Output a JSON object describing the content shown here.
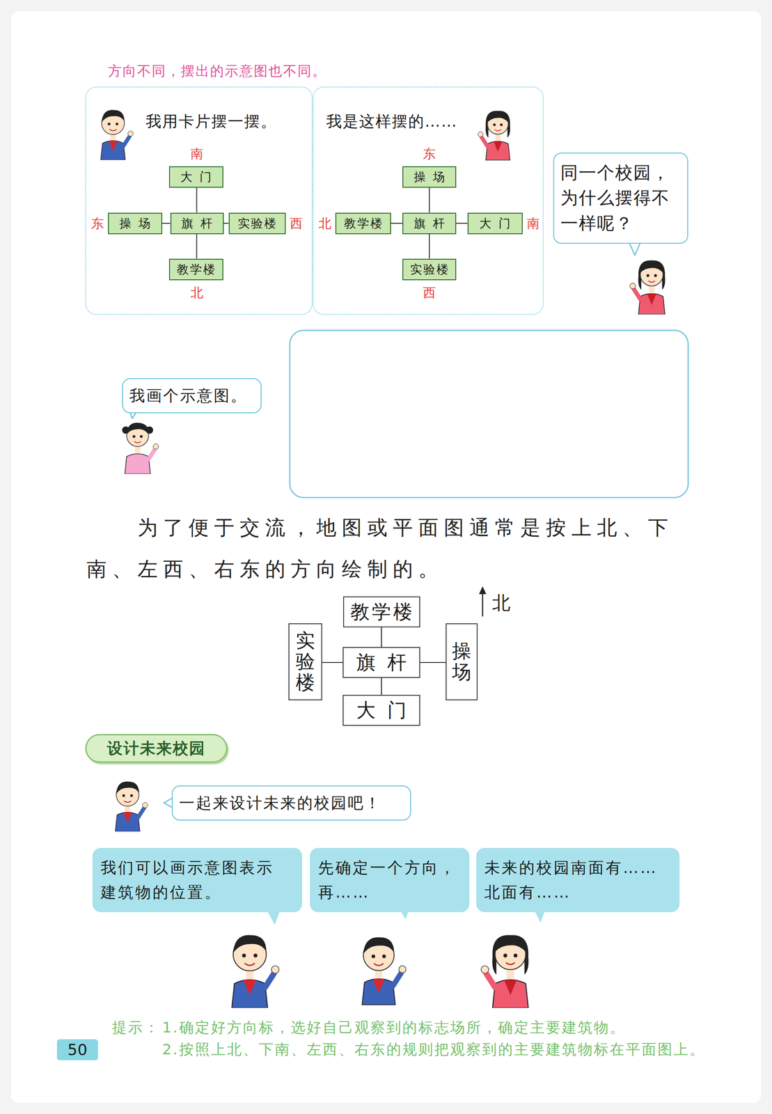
{
  "diagram": {
    "nodes": [
      {
        "text": [
          "我用卡片摆一摆。"
        ]
      },
      {
        "text": [
          "大门"
        ],
        "in": 0
      },
      {
        "text": [
          "操场"
        ],
        "in": 0
      },
      {
        "text": [
          "旗杆"
        ],
        "in": 0
      },
      {
        "text": [
          "实验楼"
        ],
        "in": 0
      },
      {
        "text": [
          "教学楼"
        ],
        "in": 0
      },
      {
        "text": [
          "我是这样摆的……"
        ]
      },
      {
        "text": [
          "操场"
        ],
        "in": 6
      },
      {
        "text": [
          "教学楼"
        ],
        "in": 6
      },
      {
        "text": [
          "旗杆"
        ],
        "in": 6
      },
      {
        "text": [
          "大门"
        ],
        "in": 6
      },
      {
        "text": [
          "实验楼"
        ],
        "in": 6
      },
      {
        "text": [
          "同一个校园， 为什么摆得不 一样呢？"
        ]
      },
      {
        "text": [
          "我画个示意图。"
        ]
      },
      {
        "text": [
          "教学楼"
        ]
      },
      {
        "text": [
          "实验楼"
        ]
      },
      {
        "text": [
          "旗杆"
        ]
      },
      {
        "text": [
          "操场"
        ]
      },
      {
        "text": [
          "大门"
        ]
      },
      {
        "text": [
          "设计未来校园"
        ]
      },
      {
        "text": [
          "一起来设计未来的校园吧！"
        ]
      },
      {
        "text": [
          "我们可以画示意图表示 建筑物的位置。"
        ]
      },
      {
        "text": [
          "先确定一个方向， 再……"
        ]
      },
      {
        "text": [
          "未来的校园南面有…… 北面有……"
        ]
      },
      {
        "text": [
          "50"
        ]
      }
    ],
    "edges": [
      {
        "from": 3,
        "to": 1,
        "arrow": "none"
      },
      {
        "from": 3,
        "to": 2,
        "arrow": "none"
      },
      {
        "from": 3,
        "to": 4,
        "arrow": "none"
      },
      {
        "from": 3,
        "to": 5,
        "arrow": "none"
      },
      {
        "from": 9,
        "to": 7,
        "arrow": "none"
      },
      {
        "from": 9,
        "to": 8,
        "arrow": "none"
      },
      {
        "from": 9,
        "to": 10,
        "arrow": "none"
      },
      {
        "from": 9,
        "to": 11,
        "arrow": "none"
      },
      {
        "from": 16,
        "to": 14,
        "arrow": "none"
      },
      {
        "from": 16,
        "to": 15,
        "arrow": "none"
      },
      {
        "from": 16,
        "to": 17,
        "arrow": "none"
      },
      {
        "from": 16,
        "to": 18,
        "arrow": "none"
      }
    ],
    "labels": [
      "方向不同，摆出的示意图也不同。",
      "南",
      "东",
      "东",
      "西",
      "北",
      "南",
      "北",
      "西",
      "为了便于交流，地图或平面图通常是按上北、下 南、左西、右东的方向绘制的。",
      "北",
      "提示：",
      "1.确定好方向标，选好自己观察到的标志场所，确定主要建筑物。",
      "2.按照上北、下南、左西、右东的规则把观察到的主要建筑物标在平面图上。"
    ]
  }
}
